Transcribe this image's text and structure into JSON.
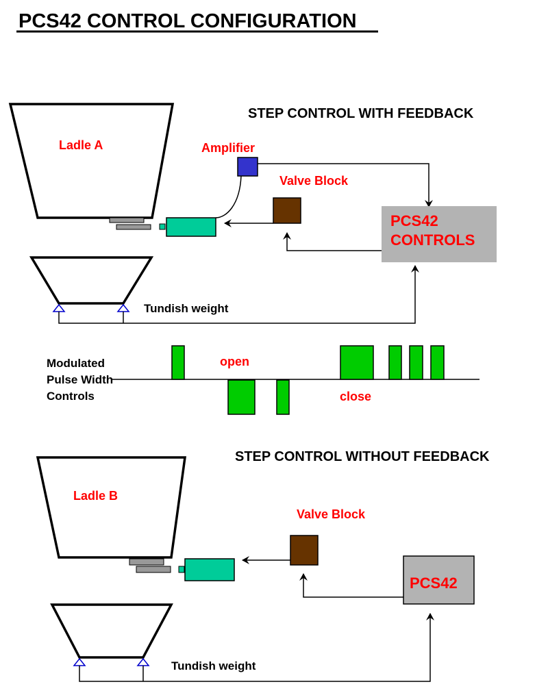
{
  "title": "PCS42 CONTROL CONFIGURATION",
  "colors": {
    "label_red": "#ff0000",
    "amplifier": "#3333cc",
    "valve_block": "#663300",
    "actuator": "#00cc99",
    "controller": "#b3b3b3",
    "slide_gate": "#999999",
    "pulse": "#00cc00",
    "load_cell": "#0000cc"
  },
  "section_a": {
    "heading": "STEP CONTROL WITH FEEDBACK",
    "ladle_label": "Ladle A",
    "amplifier_label": "Amplifier",
    "valve_block_label": "Valve Block",
    "controller_line1": "PCS42",
    "controller_line2": "CONTROLS",
    "tundish_label": "Tundish weight"
  },
  "pulse_diagram": {
    "label_line1": "Modulated",
    "label_line2": "Pulse Width",
    "label_line3": "Controls",
    "open_label": "open",
    "close_label": "close"
  },
  "section_b": {
    "heading": "STEP CONTROL WITHOUT FEEDBACK",
    "ladle_label": "Ladle B",
    "valve_block_label": "Valve Block",
    "controller_label": "PCS42",
    "tundish_label": "Tundish weight"
  }
}
